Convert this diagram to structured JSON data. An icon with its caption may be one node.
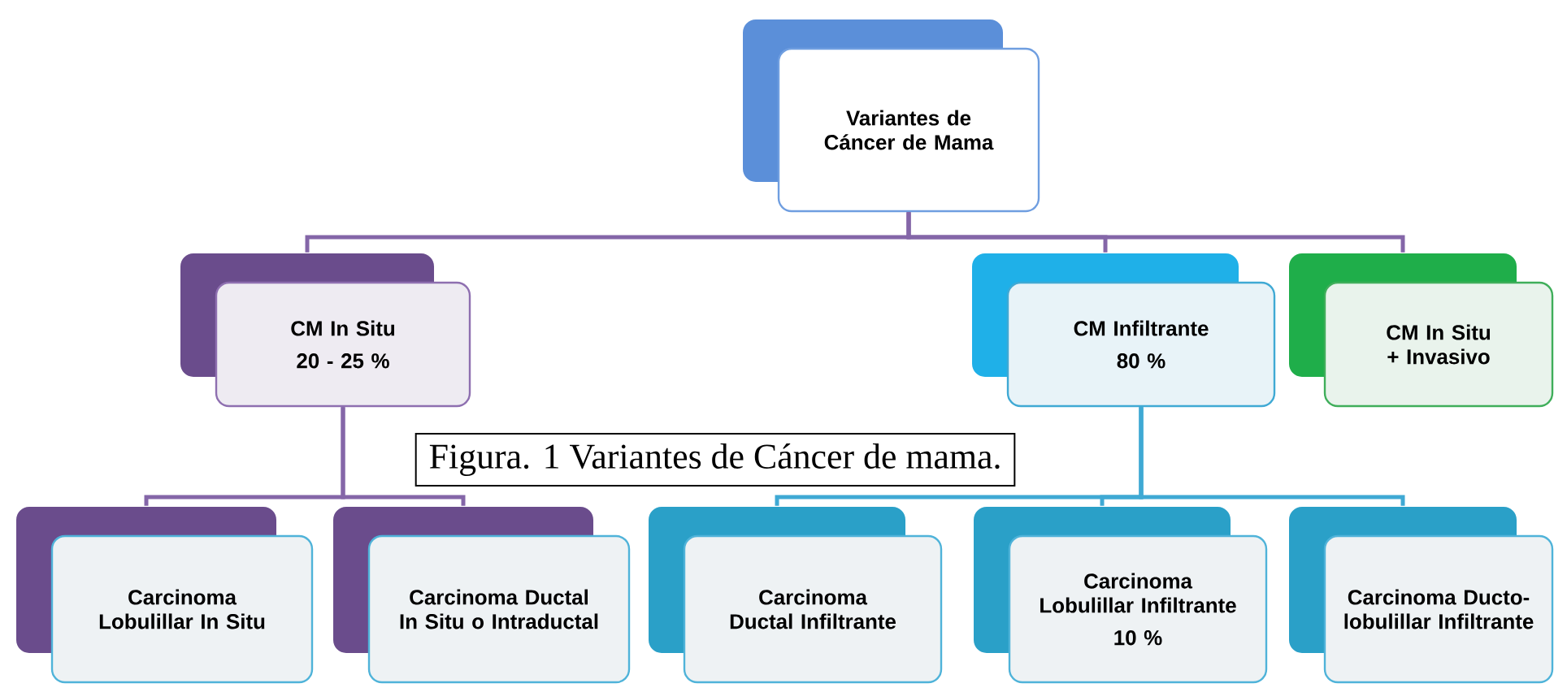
{
  "diagram": {
    "caption": "Figura. 1 Variantes de Cáncer de mama.",
    "nodes": [
      {
        "text": [
          "Variantes de Cáncer de Mama"
        ]
      },
      {
        "text": [
          "CM In Situ",
          "20 - 25 %"
        ]
      },
      {
        "text": [
          "CM Infiltrante",
          "80 %"
        ]
      },
      {
        "text": [
          "CM In Situ + Invasivo"
        ]
      },
      {
        "text": [
          "Carcinoma Lobulillar In Situ"
        ]
      },
      {
        "text": [
          "Carcinoma Ductal In Situ o Intraductal"
        ]
      },
      {
        "text": [
          "Carcinoma Ductal Infiltrante"
        ]
      },
      {
        "text": [
          "Carcinoma Lobulillar Infiltrante",
          "10 %"
        ]
      },
      {
        "text": [
          "Carcinoma Ducto-lobulillar Infiltrante"
        ]
      }
    ],
    "edges": [
      {
        "from": 0,
        "to": 1,
        "arrow": "none"
      },
      {
        "from": 0,
        "to": 2,
        "arrow": "none"
      },
      {
        "from": 0,
        "to": 3,
        "arrow": "none"
      },
      {
        "from": 1,
        "to": 4,
        "arrow": "none"
      },
      {
        "from": 1,
        "to": 5,
        "arrow": "none"
      },
      {
        "from": 2,
        "to": 6,
        "arrow": "none",
        "color": "#3fa9d4"
      },
      {
        "from": 2,
        "to": 7,
        "arrow": "none",
        "color": "#3fa9d4"
      },
      {
        "from": 2,
        "to": 8,
        "arrow": "none",
        "color": "#3fa9d4"
      }
    ]
  }
}
